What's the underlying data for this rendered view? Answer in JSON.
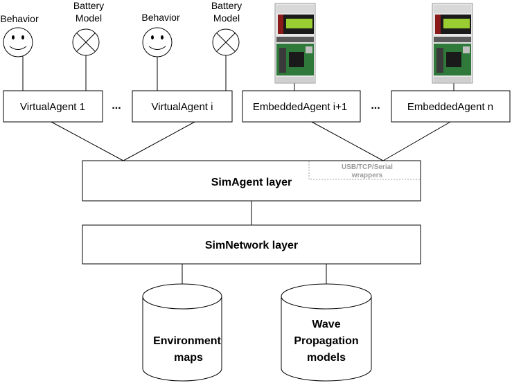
{
  "top_labels": {
    "behavior_1": "Behavior",
    "battery_1_line1": "Battery",
    "battery_1_line2": "Model",
    "behavior_2": "Behavior",
    "battery_2_line1": "Battery",
    "battery_2_line2": "Model"
  },
  "agents": {
    "virtual_1": "VirtualAgent 1",
    "ellipsis_virtual": "...",
    "virtual_i": "VirtualAgent i",
    "embedded_i1": "EmbeddedAgent  i+1",
    "ellipsis_embedded": "...",
    "embedded_n": "EmbeddedAgent n"
  },
  "layers": {
    "simagent": "SimAgent layer",
    "wrappers_line1": "USB/TCP/Serial",
    "wrappers_line2": "wrappers",
    "simnetwork": "SimNetwork layer"
  },
  "databases": {
    "env_line1": "Environment",
    "env_line2": "maps",
    "wave_line1": "Wave",
    "wave_line2": "Propagation",
    "wave_line3": "models"
  },
  "colors": {
    "stroke": "#000000",
    "board_pcb": "#2f7a3a",
    "board_lcd": "#9acd32",
    "board_dark": "#1a1a1a",
    "wrappers_text": "#9a9a9a",
    "wrappers_border": "#a0a0a0"
  }
}
